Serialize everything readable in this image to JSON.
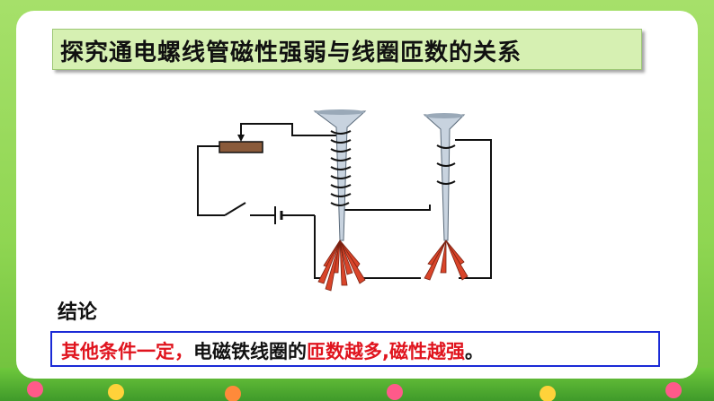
{
  "title": "探究通电螺线管磁性强弱与线圈匝数的关系",
  "conclusion_label": "结论",
  "conclusion": {
    "part1": "其他条件一定，",
    "part2": "电磁铁线圈的",
    "part3": "匝数越多",
    "part4": ",磁性越强",
    "part5": "。"
  },
  "colors": {
    "title_bg": "#d6f0b2",
    "box_border": "#1a2ad6",
    "highlight": "#e0141e"
  }
}
